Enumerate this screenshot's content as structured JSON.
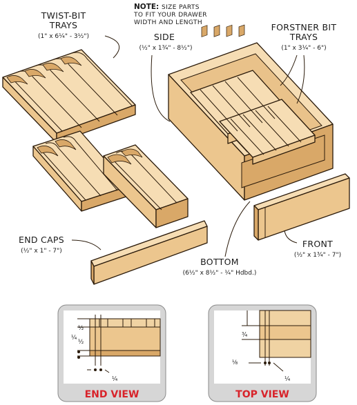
{
  "note": {
    "heading": "NOTE:",
    "line1": "SIZE PARTS",
    "line2": "TO FIT YOUR DRAWER",
    "line3": "WIDTH AND LENGTH"
  },
  "labels": {
    "twist_bit_trays": {
      "line1": "TWIST-BIT",
      "line2": "TRAYS",
      "dims": "(1\" x 6¼\" - 3½\")"
    },
    "side": {
      "line1": "SIDE",
      "dims": "(½\" x 1¾\" - 8½\")"
    },
    "forstner_bit_trays": {
      "line1": "FORSTNER BIT",
      "line2": "TRAYS",
      "dims": "(1\" x 3¼\" - 6\")"
    },
    "end_caps": {
      "line1": "END CAPS",
      "dims": "(½\" x 1\" - 7\")"
    },
    "bottom": {
      "line1": "BOTTOM",
      "dims": "(6½\" x 8½\" - ¼\" Hdbd.)"
    },
    "front": {
      "line1": "FRONT",
      "dims": "(½\" x 1¾\" - 7\")"
    }
  },
  "end_view": {
    "title": "END VIEW",
    "dim_a": "¼",
    "dim_b": "½",
    "dim_c": "½",
    "dim_d": "¼"
  },
  "top_view": {
    "title": "TOP VIEW",
    "dim_a": "¾",
    "dim_b": "⅛",
    "dim_c": "¼"
  },
  "colors": {
    "wood_light": "#f6ddb4",
    "wood_mid": "#ecc68e",
    "wood_dark": "#d9a868",
    "outline": "#2a1a0a",
    "panel": "#d6d6d6",
    "title_red": "#d8232a"
  }
}
